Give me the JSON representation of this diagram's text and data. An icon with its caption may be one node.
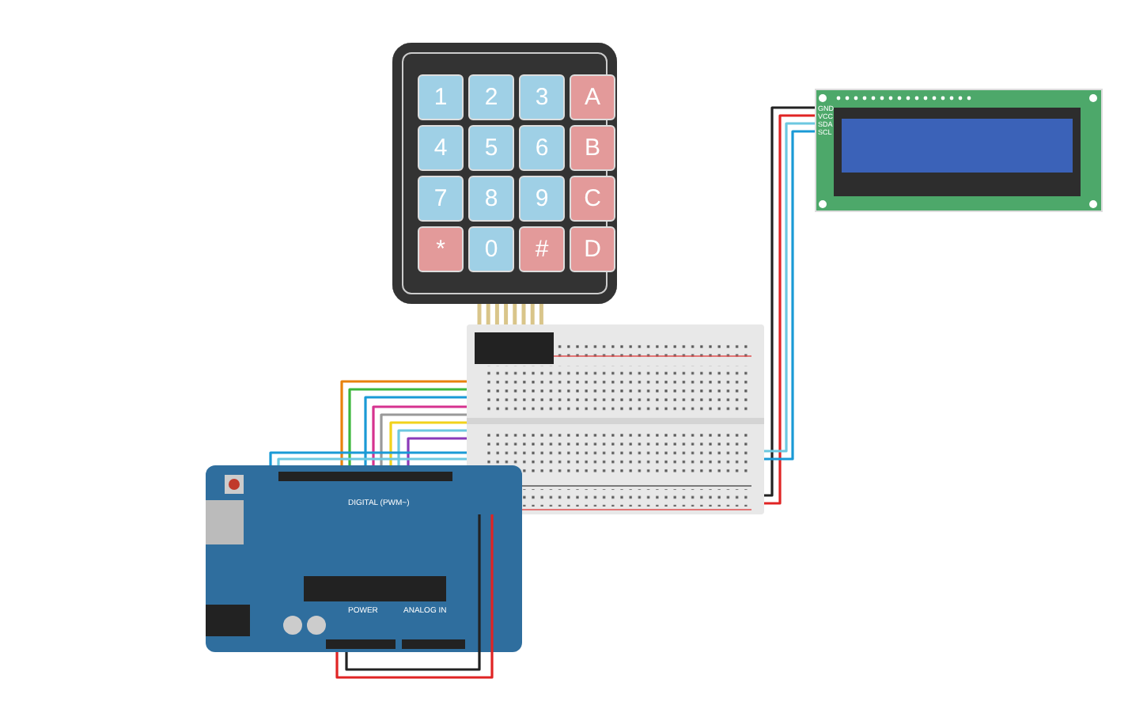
{
  "diagram": {
    "nodes": [
      {
        "text": [],
        "shape": "box"
      },
      {
        "text": [
          "1"
        ],
        "in": 0
      },
      {
        "text": [
          "2"
        ],
        "in": 0
      },
      {
        "text": [
          "3"
        ],
        "in": 0
      },
      {
        "text": [
          "A"
        ],
        "in": 0
      },
      {
        "text": [
          "4"
        ],
        "in": 0
      },
      {
        "text": [
          "5"
        ],
        "in": 0
      },
      {
        "text": [
          "6"
        ],
        "in": 0
      },
      {
        "text": [
          "B"
        ],
        "in": 0
      },
      {
        "text": [
          "7"
        ],
        "in": 0
      },
      {
        "text": [
          "8"
        ],
        "in": 0
      },
      {
        "text": [
          "9"
        ],
        "in": 0
      },
      {
        "text": [
          "C"
        ],
        "in": 0
      },
      {
        "text": [
          "*"
        ],
        "in": 0
      },
      {
        "text": [
          "0"
        ],
        "in": 0
      },
      {
        "text": [
          "#"
        ],
        "in": 0
      },
      {
        "text": [
          "D"
        ],
        "in": 0
      },
      {
        "text": [
          "GND",
          "VCC",
          "SDA",
          "SCL"
        ]
      },
      {
        "text": [],
        "shape": "box"
      },
      {
        "text": [
          "DIGITAL (PWM~)",
          "POWER",
          "ANALOG IN"
        ]
      }
    ],
    "edges": [
      {
        "from": 18,
        "to": 19,
        "arrow": "none",
        "color": "#e8820c"
      },
      {
        "from": 18,
        "to": 19,
        "arrow": "none",
        "color": "#3cb73c"
      },
      {
        "from": 18,
        "to": 19,
        "arrow": "none",
        "color": "#1a9ad6"
      },
      {
        "from": 18,
        "to": 19,
        "arrow": "none",
        "color": "#d6338f"
      },
      {
        "from": 18,
        "to": 19,
        "arrow": "none",
        "color": "#999999"
      },
      {
        "from": 18,
        "to": 19,
        "arrow": "none",
        "color": "#f2d21b"
      },
      {
        "from": 18,
        "to": 19,
        "arrow": "none",
        "color": "#6cc8e0"
      },
      {
        "from": 18,
        "to": 19,
        "arrow": "none",
        "color": "#8a3ab9"
      },
      {
        "from": 19,
        "to": 18,
        "arrow": "none",
        "color": "#1a9ad6"
      },
      {
        "from": 19,
        "to": 18,
        "arrow": "none",
        "color": "#6cc8e0"
      },
      {
        "from": 17,
        "to": 18,
        "arrow": "none",
        "color": "#222222"
      },
      {
        "from": 17,
        "to": 18,
        "arrow": "none",
        "color": "#e02424"
      },
      {
        "from": 17,
        "to": 18,
        "arrow": "none",
        "color": "#6cc8e0"
      },
      {
        "from": 17,
        "to": 18,
        "arrow": "none",
        "color": "#1a9ad6"
      },
      {
        "from": 19,
        "to": 18,
        "arrow": "none",
        "color": "#222222"
      },
      {
        "from": 19,
        "to": 18,
        "arrow": "none",
        "color": "#e02424"
      },
      {
        "from": 0,
        "to": 18,
        "arrow": "none",
        "color": "#d9c58a"
      },
      {
        "from": 0,
        "to": 18,
        "arrow": "none",
        "color": "#d9c58a"
      },
      {
        "from": 0,
        "to": 18,
        "arrow": "none",
        "color": "#d9c58a"
      },
      {
        "from": 0,
        "to": 18,
        "arrow": "none",
        "color": "#d9c58a"
      },
      {
        "from": 0,
        "to": 18,
        "arrow": "none",
        "color": "#d9c58a"
      },
      {
        "from": 0,
        "to": 18,
        "arrow": "none",
        "color": "#d9c58a"
      },
      {
        "from": 0,
        "to": 18,
        "arrow": "none",
        "color": "#d9c58a"
      },
      {
        "from": 0,
        "to": 18,
        "arrow": "none",
        "color": "#d9c58a"
      }
    ]
  }
}
